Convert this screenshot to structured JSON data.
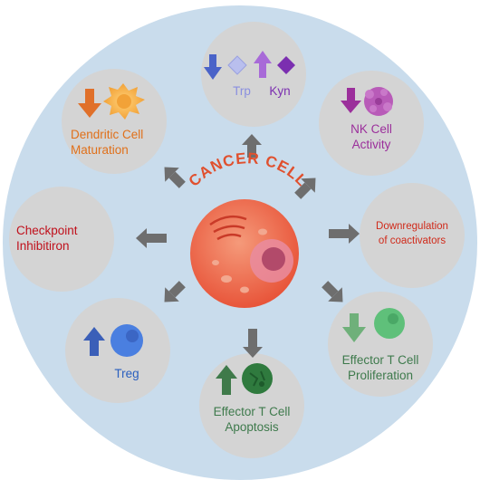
{
  "center": {
    "title": "CANCER CELL"
  },
  "nodes": [
    {
      "id": "trp-kyn",
      "labels": [
        "Trp",
        "Kyn"
      ],
      "colors": [
        "#8a8fe0",
        "#7b2fb0"
      ],
      "arrows": [
        "down",
        "up"
      ]
    },
    {
      "id": "nk",
      "lines": [
        "NK Cell",
        "Activity"
      ],
      "color": "#9b2f9b",
      "arrow": "down"
    },
    {
      "id": "coactivators",
      "lines": [
        "Downregulation",
        "of coactivators"
      ],
      "color": "#d02a1a"
    },
    {
      "id": "effector-prolif",
      "lines": [
        "Effector T Cell",
        "Proliferation"
      ],
      "color": "#3e7a4c",
      "arrow": "down"
    },
    {
      "id": "effector-apop",
      "lines": [
        "Effector T Cell",
        "Apoptosis"
      ],
      "color": "#3e7a4c",
      "arrow": "up"
    },
    {
      "id": "treg",
      "lines": [
        "Treg"
      ],
      "color": "#2a5fbf",
      "arrow": "up"
    },
    {
      "id": "checkpoint",
      "lines": [
        "Checkpoint",
        "Inhibitiron"
      ],
      "color": "#c0101b"
    },
    {
      "id": "dendritic",
      "lines": [
        "Dendritic Cell",
        "Maturation"
      ],
      "color": "#e0701a",
      "arrow": "down"
    }
  ]
}
